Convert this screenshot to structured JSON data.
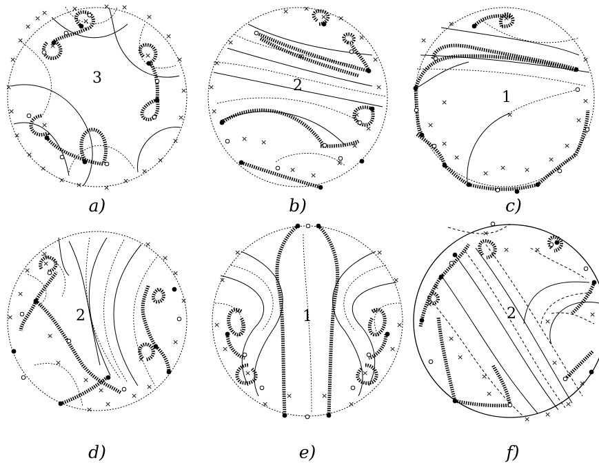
{
  "panels": [
    {
      "id": "a",
      "caption": "a)",
      "number": "3"
    },
    {
      "id": "b",
      "caption": "b)",
      "number": "2"
    },
    {
      "id": "c",
      "caption": "c)",
      "number": "1"
    },
    {
      "id": "d",
      "caption": "d)",
      "number": "2"
    },
    {
      "id": "e",
      "caption": "e)",
      "number": "1"
    },
    {
      "id": "f",
      "caption": "f)",
      "number": "2"
    }
  ]
}
